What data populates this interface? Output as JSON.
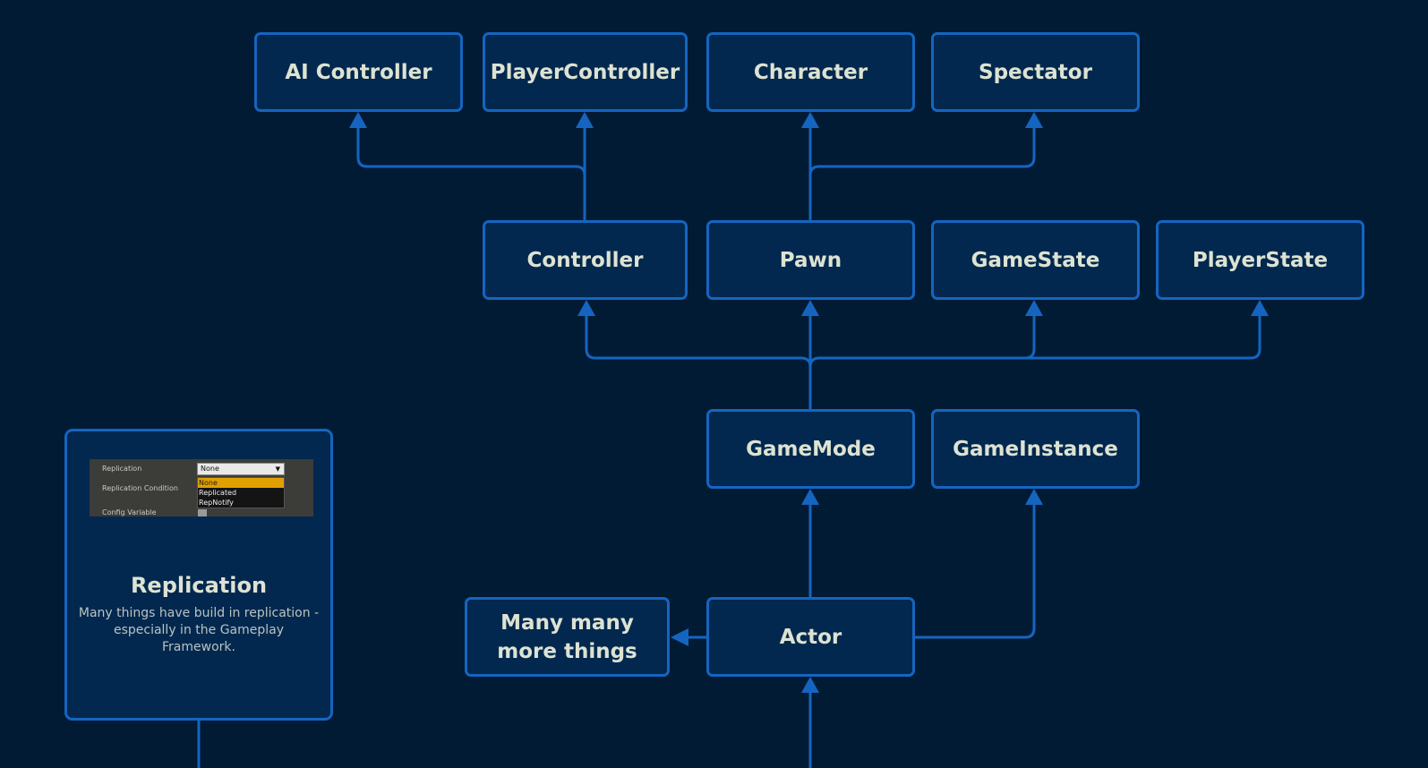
{
  "nodes": {
    "ai_controller": "AI Controller",
    "player_controller": "PlayerController",
    "character": "Character",
    "spectator": "Spectator",
    "controller": "Controller",
    "pawn": "Pawn",
    "game_state": "GameState",
    "player_state": "PlayerState",
    "game_mode": "GameMode",
    "game_instance": "GameInstance",
    "many_things_line1": "Many many",
    "many_things_line2": "more things",
    "actor": "Actor"
  },
  "replication_card": {
    "title": "Replication",
    "description_line1": "Many things have build in replication -",
    "description_line2": "especially in the Gameplay Framework.",
    "screenshot": {
      "row_replication": "Replication",
      "row_condition": "Replication Condition",
      "row_config": "Config Variable",
      "selected": "None",
      "options": [
        "None",
        "Replicated",
        "RepNotify"
      ]
    }
  },
  "colors": {
    "background": "#021b35",
    "node_fill": "#03284f",
    "accent_blue": "#1565c0",
    "text": "#dde3d2"
  }
}
